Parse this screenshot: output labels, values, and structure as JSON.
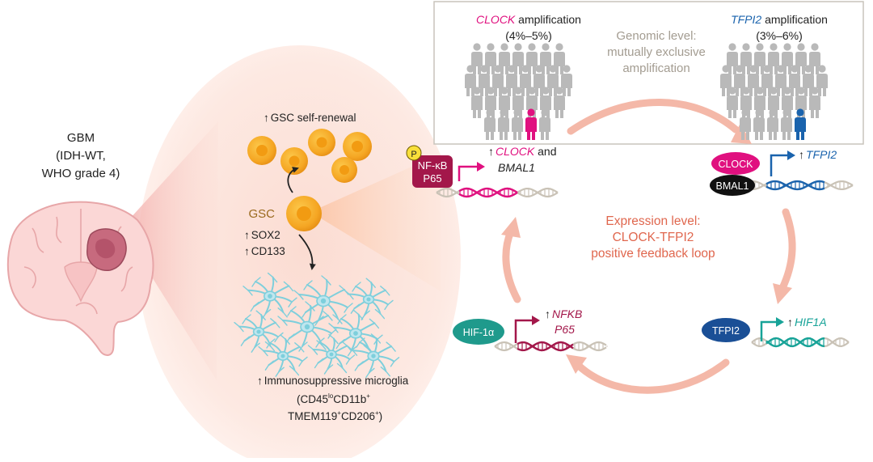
{
  "tumor": {
    "line1": "GBM",
    "line2": "(IDH-WT,",
    "line3": "WHO grade 4)"
  },
  "gsc": {
    "self_renewal_arrow": "↑",
    "self_renewal": "GSC self-renewal",
    "label": "GSC",
    "marker_arrow": "↑",
    "sox2": "SOX2",
    "cd133": "CD133",
    "microglia_arrow": "↑",
    "microglia": "Immunosuppressive microglia",
    "phenotype_line1": {
      "a": "(CD45",
      "b": "lo",
      "c": "CD11b",
      "d": "+"
    },
    "phenotype_line2": {
      "a": "TMEM119",
      "b": "+",
      "c": "CD206",
      "d": "+",
      "e": ")"
    }
  },
  "genomic": {
    "clock_gene": "CLOCK",
    "clock_suffix": " amplification",
    "clock_freq": "(4%–5%)",
    "tfpi2_gene": "TFPI2",
    "tfpi2_suffix": " amplification",
    "tfpi2_freq": "(3%–6%)",
    "level_line1": "Genomic level:",
    "level_line2": "mutually exclusive",
    "level_line3": "amplification"
  },
  "expression": {
    "line1": "Expression level:",
    "line2": "CLOCK-TFPI2",
    "line3": "positive feedback loop"
  },
  "nodes": {
    "p_badge": "P",
    "nfkb_line1": "NF-κB",
    "nfkb_line2": "P65",
    "up_arrow": "↑",
    "clock_bmal_line1_gene": "CLOCK",
    "clock_bmal_line1_rest": " and",
    "clock_bmal_line2": "BMAL1",
    "clock_protein": "CLOCK",
    "bmal1_protein": "BMAL1",
    "tfpi2_gene": "TFPI2",
    "tfpi2_protein": "TFPI2",
    "hif1a_gene": "HIF1A",
    "hif1a_protein": "HIF-1α",
    "nfkb_gene": "NFKB",
    "p65_gene": "P65"
  },
  "colors": {
    "magenta": "#e0107f",
    "blue": "#1a63ad",
    "teal": "#17a398",
    "maroon": "#a3174a",
    "cycle_arrow": "#f4b8a8",
    "gsc_orange": "#f5a623",
    "microglia": "#7ecfdc",
    "person_gray": "#b9b9b9"
  }
}
